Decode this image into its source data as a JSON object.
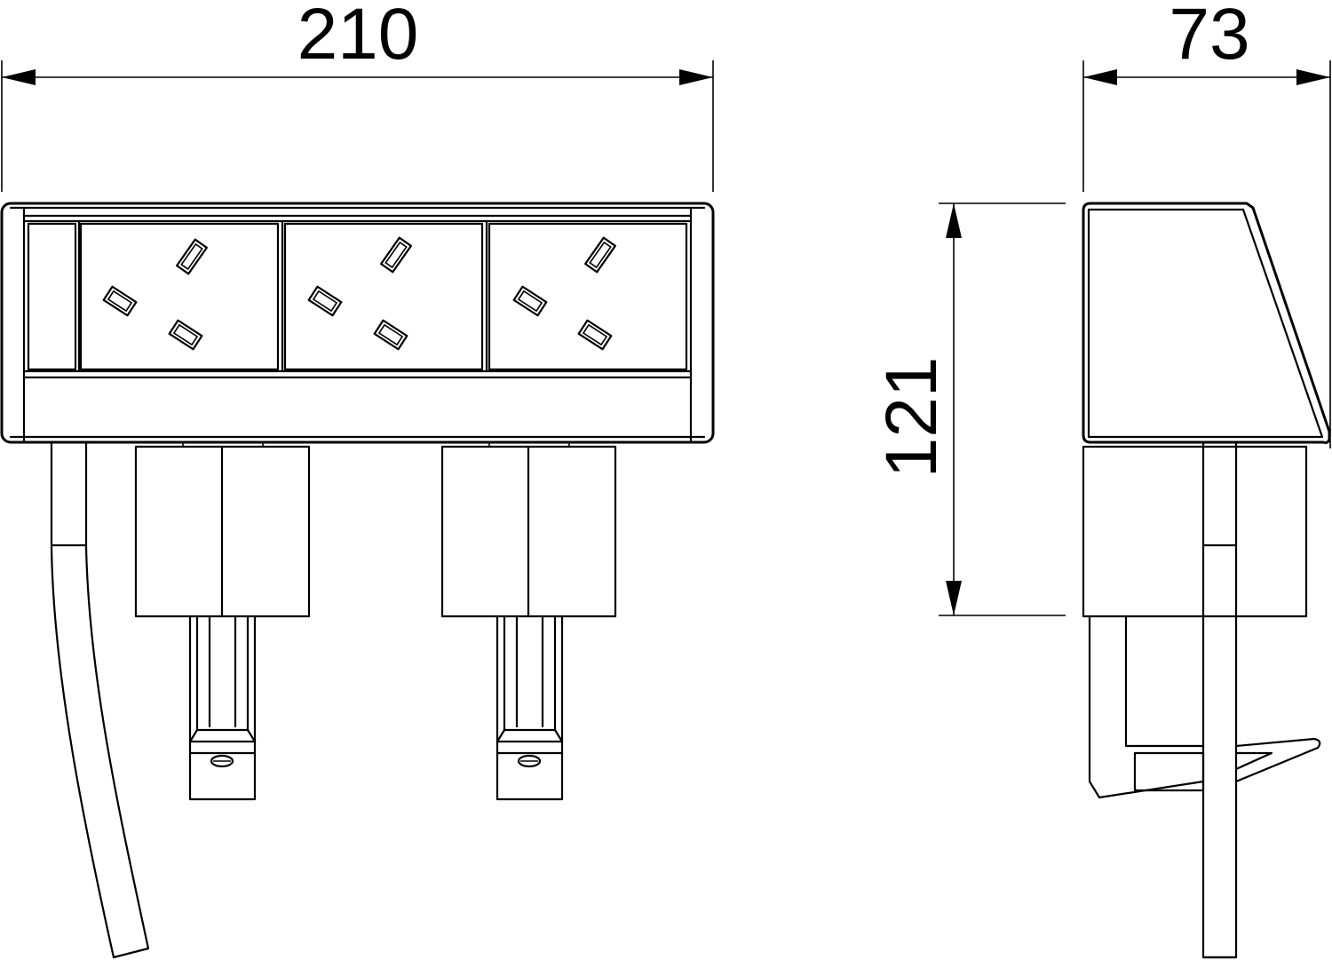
{
  "dimensions": {
    "front_width": "210",
    "side_depth": "73",
    "height": "121"
  },
  "colors": {
    "line": "#000000",
    "background": "#ffffff"
  }
}
